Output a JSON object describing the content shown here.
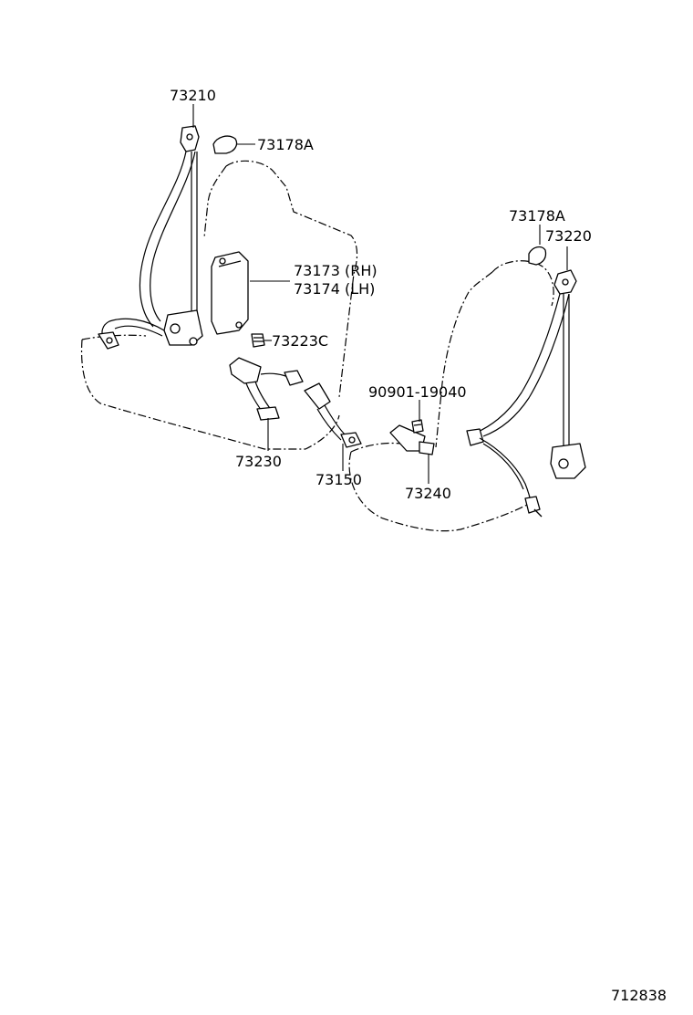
{
  "labels": {
    "p73210": "73210",
    "p73178a_left": "73178A",
    "p73173": "73173 (RH)",
    "p73174": "73174 (LH)",
    "p73223c": "73223C",
    "p73230": "73230",
    "p73150": "73150",
    "p90901": "90901-19040",
    "p73240": "73240",
    "p73178a_right": "73178A",
    "p73220": "73220",
    "figure_id": "712838"
  }
}
